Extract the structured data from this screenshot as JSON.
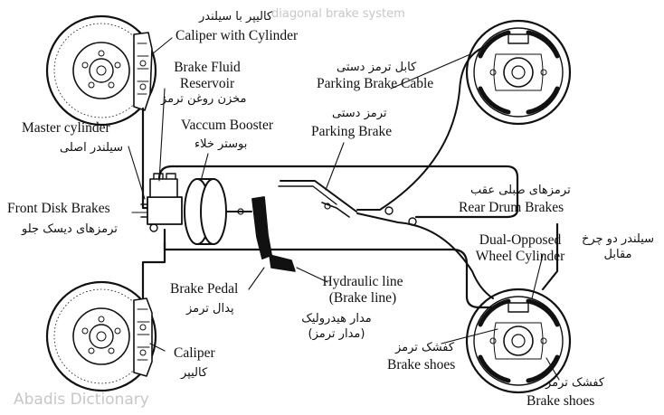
{
  "watermark_top": "diagonal brake system",
  "watermark_bottom": "Abadis Dictionary",
  "labels": {
    "caliper_cyl_fa": "کالیپر با سیلندر",
    "caliper_cyl_en": "Caliper with Cylinder",
    "fluid_res_en_1": "Brake Fluid",
    "fluid_res_en_2": "Reservoir",
    "fluid_res_fa": "مخزن روغن ترمز",
    "master_en": "Master cylinder",
    "master_fa": "سیلندر اصلی",
    "booster_en": "Vaccum Booster",
    "booster_fa": "بوستر خلاء",
    "pb_cable_fa": "کابل ترمز دستی",
    "pb_cable_en": "Parking Brake Cable",
    "pb_fa": "ترمز دستی",
    "pb_en": "Parking Brake",
    "front_disk_en": "Front Disk Brakes",
    "front_disk_fa": "ترمزهای دیسک جلو",
    "rear_drum_fa": "ترمزهای طبلی عقب",
    "rear_drum_en": "Rear Drum Brakes",
    "dual_en_1": "Dual-Opposed",
    "dual_en_2": "Wheel Cylinder",
    "dual_fa_1": "سیلندر دو چرخ",
    "dual_fa_2": "مقابل",
    "pedal_en": "Brake Pedal",
    "pedal_fa": "پدال ترمز",
    "hyd_en_1": "Hydraulic line",
    "hyd_en_2": "(Brake line)",
    "hyd_fa_1": "مدار هیدرولیک",
    "hyd_fa_2": "(مدار ترمز)",
    "caliper_en": "Caliper",
    "caliper_fa": "کالیپر",
    "shoes1_fa": "کفشک ترمز",
    "shoes1_en": "Brake shoes",
    "shoes2_fa": "کفشک ترمز",
    "shoes2_en": "Brake shoes"
  }
}
